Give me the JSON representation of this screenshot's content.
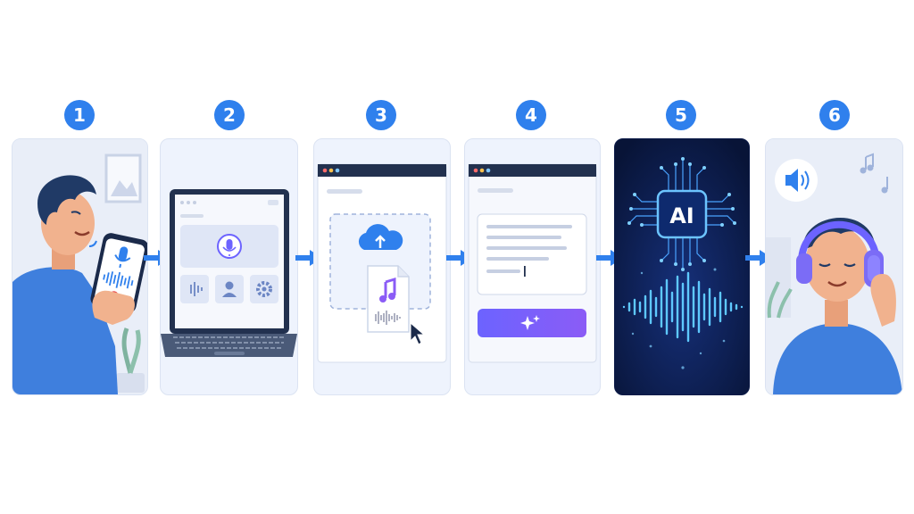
{
  "steps": [
    {
      "number": "1",
      "name": "record-voice"
    },
    {
      "number": "2",
      "name": "voice-app"
    },
    {
      "number": "3",
      "name": "upload-audio"
    },
    {
      "number": "4",
      "name": "enter-text"
    },
    {
      "number": "5",
      "name": "ai-processing"
    },
    {
      "number": "6",
      "name": "listen-result"
    }
  ],
  "ai_chip": {
    "label": "AI"
  },
  "colors": {
    "accent": "#2f80ed",
    "panel_bg": "#eef3fd",
    "ai_bg": "#0b1a48",
    "generate_button": "#6c63ff"
  }
}
